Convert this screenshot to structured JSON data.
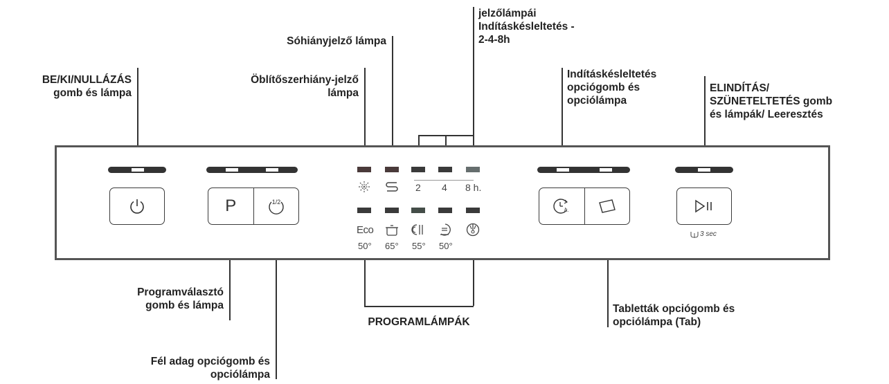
{
  "labels": {
    "on_off": [
      "BE/KI/NULLÁZÁS",
      "gomb és lámpa"
    ],
    "rinse_aid": [
      "Öblítőszerhiány-jelző",
      "lámpa"
    ],
    "salt": "Sóhiányjelző lámpa",
    "delay_lamps": [
      "jelzőlámpái",
      "Indításkésleltetés -",
      "2-4-8h"
    ],
    "delay_button": [
      "Indításkésleltetés",
      "opciógomb és",
      "opciólámpa"
    ],
    "start_pause": [
      "ELINDÍTÁS/",
      "SZÜNETELTETÉS gomb",
      "és lámpák/ Leeresztés"
    ],
    "program_select": [
      "Programválasztó",
      "gomb és lámpa"
    ],
    "half_load": [
      "Fél adag opciógomb és",
      "opciólámpa"
    ],
    "program_lamps": "PROGRAMLÁMPÁK",
    "tablets": [
      "Tabletták opciógomb és",
      "opciólámpa (Tab)"
    ]
  },
  "panel": {
    "delay_hours": [
      "2",
      "4",
      "8 h."
    ],
    "program_temps": [
      "50°",
      "65°",
      "55°",
      "50°"
    ],
    "eco_label": "Eco",
    "program_button_letter": "P",
    "half_load_symbol": "1/2",
    "delay_button_symbol": "h.",
    "drain_hint": "3 sec"
  },
  "icons": {
    "power": "power-icon",
    "rinse_aid": "rinse-aid-sparkle-icon",
    "salt": "salt-s-icon",
    "program": "program-p-icon",
    "half_load": "half-load-icon",
    "eco": "eco-icon",
    "intensive": "pot-icon",
    "normal": "plate-cutlery-icon",
    "fast": "glass-plate-icon",
    "prewash": "prewash-icon",
    "delay": "clock-delay-icon",
    "tablet": "tablet-icon",
    "start_pause": "play-pause-icon",
    "drain": "drain-icon"
  }
}
